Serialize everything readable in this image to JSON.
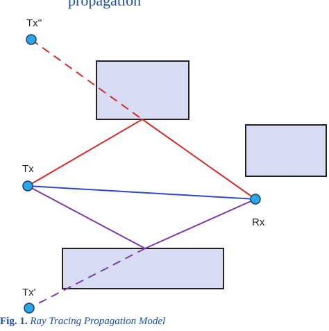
{
  "header": {
    "partial_text": "propagation"
  },
  "nodes": {
    "tx_image_top": {
      "label": "Tx''"
    },
    "tx": {
      "label": "Tx"
    },
    "rx": {
      "label": "Rx"
    },
    "tx_image_bottom": {
      "label": "Tx'"
    }
  },
  "rays": {
    "top_reflection_color": "#d42a2a",
    "direct_color": "#2f48c4",
    "bottom_reflection_color": "#7a3aa8",
    "node_fill": "#2ea6e6",
    "obstacle_fill": "#d8dcf2"
  },
  "caption": {
    "figure_number": "Fig. 1.",
    "figure_title": "Ray Tracing Propagation Model"
  }
}
